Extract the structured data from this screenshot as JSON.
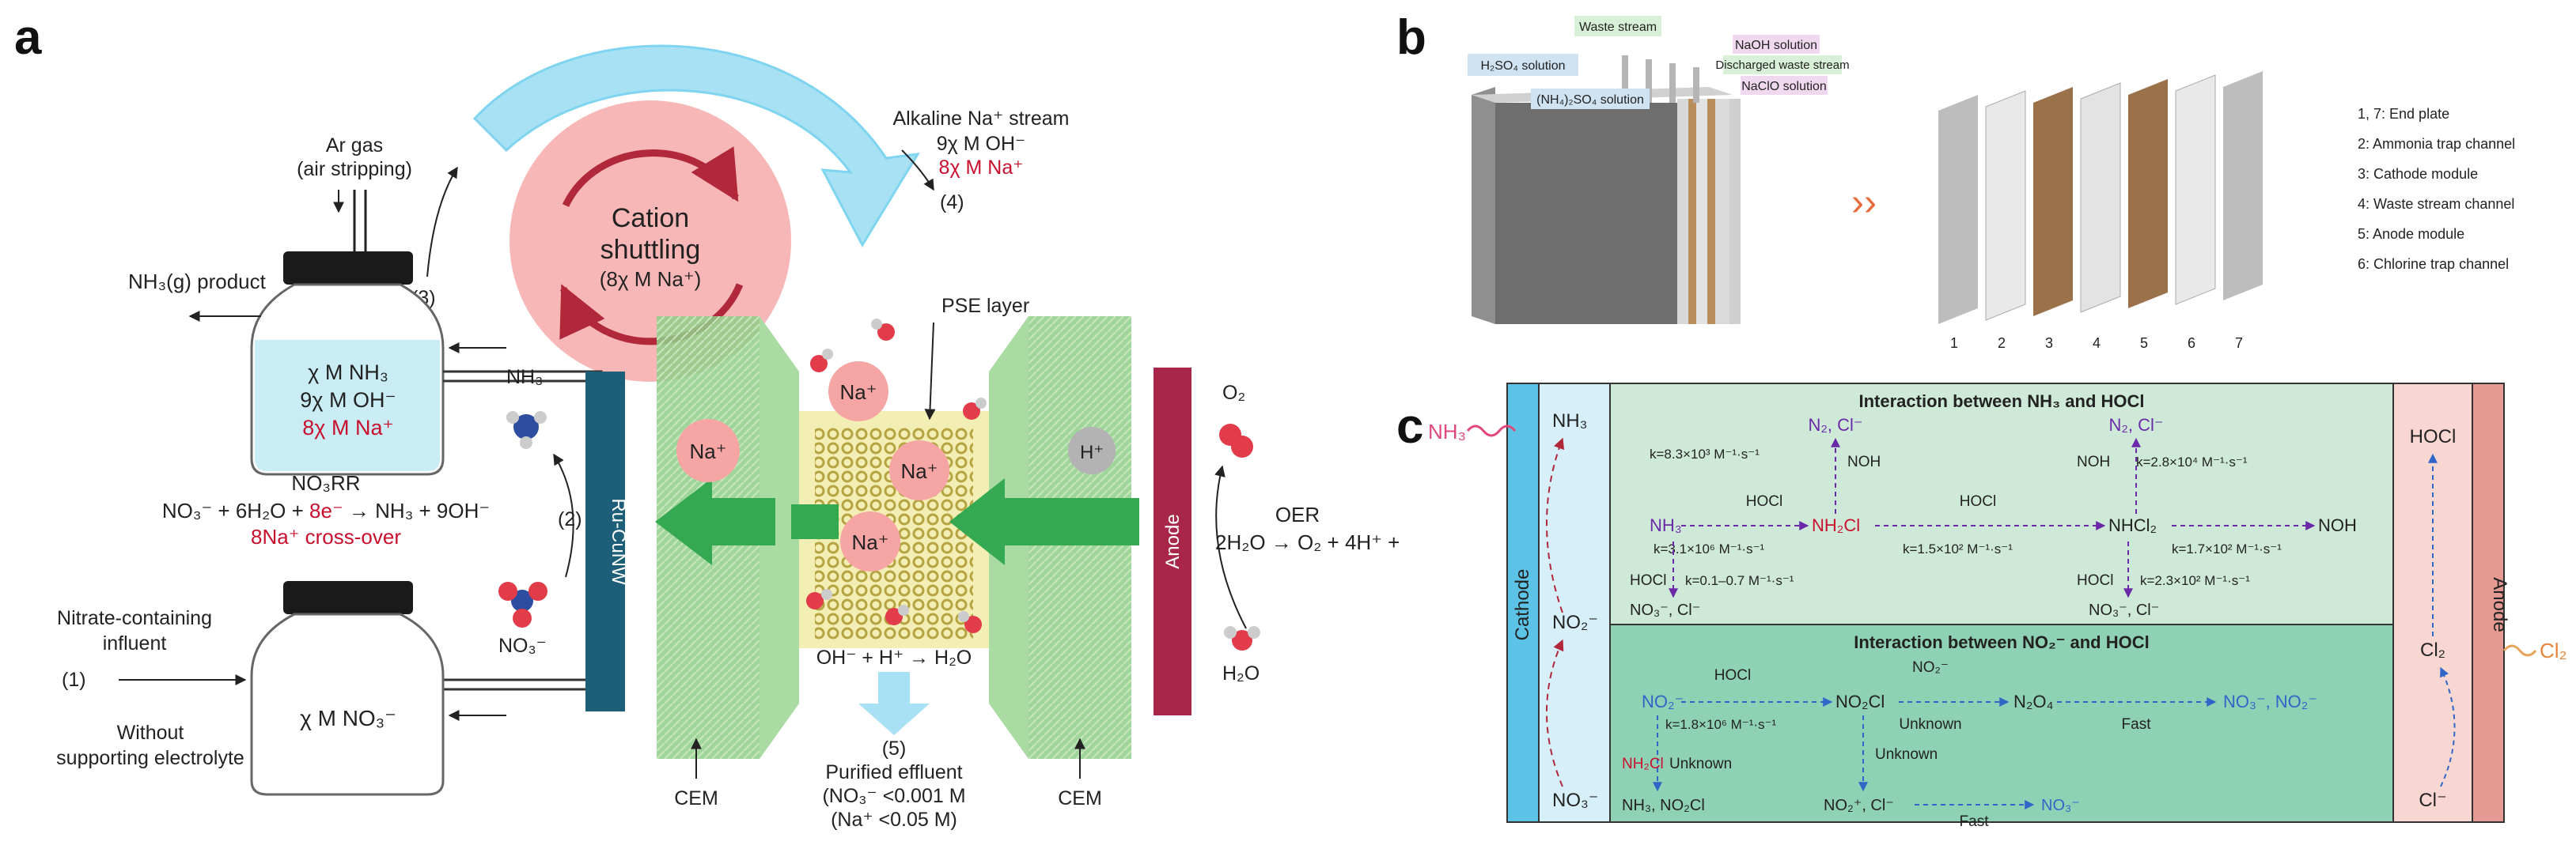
{
  "panel_letters": {
    "a": "a",
    "b": "b",
    "c": "c"
  },
  "colors": {
    "cem_green": "#8fcf8a",
    "shuttle_pink": "#f7b7b7",
    "cyan_arrow": "#7fd4ef",
    "anode_red": "#a8264a",
    "electrode_blue": "#1d5e78",
    "panel_c_top": "#cfe9d8",
    "panel_c_bottom": "#8fd1b4",
    "cathode_blue": "#5cc3e6",
    "anode_pink": "#f4b3ad"
  },
  "panel_a": {
    "ar_gas": "Ar gas",
    "air_stripping": "(air stripping)",
    "nh3g_product": "NH₃(g) product",
    "step1": "(1)",
    "step2": "(2)",
    "step3": "(3)",
    "step4": "(4)",
    "step5": "(5)",
    "tank_top_l1": "χ M NH₃",
    "tank_top_l2": "9χ M OH⁻",
    "tank_top_l3": "8χ M Na⁺",
    "tank_bottom": "χ M NO₃⁻",
    "nitrate_l1": "Nitrate-containing",
    "nitrate_l2": "influent",
    "without_l1": "Without",
    "without_l2": "supporting electrolyte",
    "alkaline_l1": "Alkaline Na⁺ stream",
    "alkaline_l2": "9χ M OH⁻",
    "alkaline_l3": "8χ M Na⁺",
    "cation_l1": "Cation",
    "cation_l2": "shuttling",
    "cation_l3": "(8χ M Na⁺)",
    "pse_layer": "PSE layer",
    "electrode_label": "Ru-CuNW",
    "anode_label": "Anode",
    "nh3": "NH₃",
    "no3": "NO₃⁻",
    "o2": "O₂",
    "h2o": "H₂O",
    "no3rr": "NO₃RR",
    "eq_pre": "NO₃⁻ + 6H₂O + ",
    "eq_red": "8e⁻",
    "eq_post": " → NH₃ + 9OH⁻",
    "crossover": "8Na⁺ cross-over",
    "oer": "OER",
    "oer_eq": "2H₂O → O₂ + 4H⁺ +",
    "na": "Na⁺",
    "h": "H⁺",
    "neutral_eq": "OH⁻ + H⁺ → H₂O",
    "purified_l1": "Purified effluent",
    "purified_l2": "(NO₃⁻ <0.001 M",
    "purified_l3": "(Na⁺    <0.05   M)",
    "cem": "CEM"
  },
  "panel_b": {
    "waste_stream": "Waste stream",
    "naoh_solution": "NaOH solution",
    "h2so4_solution": "H₂SO₄ solution",
    "discharged": "Discharged waste stream",
    "nh42so4": "(NH₄)₂SO₄ solution",
    "naclo": "NaClO solution",
    "legend": [
      "1, 7: End plate",
      "2: Ammonia trap channel",
      "3: Cathode module",
      "4: Waste stream channel",
      "5: Anode module",
      "6: Chlorine trap channel"
    ],
    "plate_numbers": [
      "1",
      "2",
      "3",
      "4",
      "5",
      "6",
      "7"
    ]
  },
  "panel_c": {
    "cathode": "Cathode",
    "anode": "Anode",
    "nh3_out": "NH₃",
    "cl2_out": "Cl₂",
    "top_title": "Interaction between NH₃ and HOCl",
    "bottom_title": "Interaction between NO₂⁻ and HOCl",
    "left_nh3": "NH₃",
    "left_no2": "NO₂⁻",
    "left_no3": "NO₃⁻",
    "right_hocl": "HOCl",
    "right_cl2": "Cl₂",
    "right_cl": "Cl⁻",
    "top": {
      "n2cl_1": "N₂, Cl⁻",
      "n2cl_2": "N₂, Cl⁻",
      "k_top1": "k=8.3×10³ M⁻¹·s⁻¹",
      "k_top2": "k=2.8×10⁴ M⁻¹·s⁻¹",
      "noh": "NOH",
      "nh3": "NH₃",
      "nh2cl": "NH₂Cl",
      "nhcl2": "NHCl₂",
      "noh_right": "NOH",
      "hocl": "HOCl",
      "k1": "k=3.1×10⁶ M⁻¹·s⁻¹",
      "k2": "k=1.5×10² M⁻¹·s⁻¹",
      "k3": "k=1.7×10² M⁻¹·s⁻¹",
      "kd1": "k=0.1–0.7 M⁻¹·s⁻¹",
      "kd2": "k=2.3×10² M⁻¹·s⁻¹",
      "no3cl": "NO₃⁻, Cl⁻"
    },
    "bottom": {
      "no2": "NO₂⁻",
      "no2cl": "NO₂Cl",
      "n2o4": "N₂O₄",
      "no3_no2": "NO₃⁻, NO₂⁻",
      "hocl": "HOCl",
      "k1": "k=1.8×10⁶ M⁻¹·s⁻¹",
      "no2_over": "NO₂⁻",
      "unknown": "Unknown",
      "fast": "Fast",
      "nh2cl": "NH₂Cl",
      "nh3_no2cl": "NH₃, NO₂Cl",
      "no2plus_cl": "NO₂⁺, Cl⁻",
      "no3": "NO₃⁻"
    }
  }
}
